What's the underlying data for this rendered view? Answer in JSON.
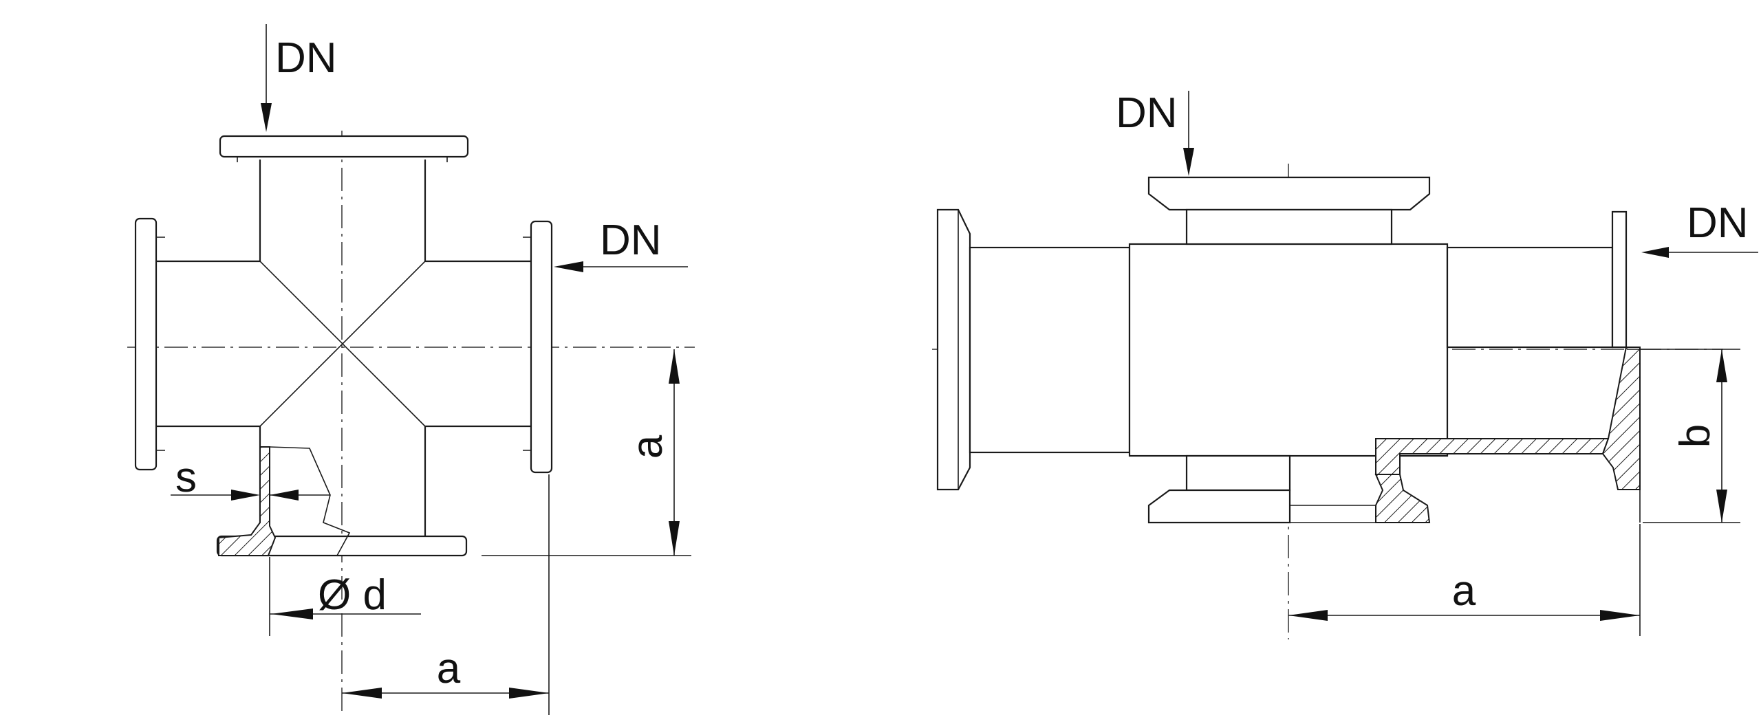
{
  "left_view": {
    "labels": {
      "dn_top": "DN",
      "dn_right": "DN",
      "a_vertical": "a",
      "a_horizontal": "a",
      "s": "s",
      "diameter_d": "Ø d"
    }
  },
  "right_view": {
    "labels": {
      "dn_top": "DN",
      "dn_right": "DN",
      "b_vertical": "b",
      "a_horizontal": "a"
    }
  }
}
